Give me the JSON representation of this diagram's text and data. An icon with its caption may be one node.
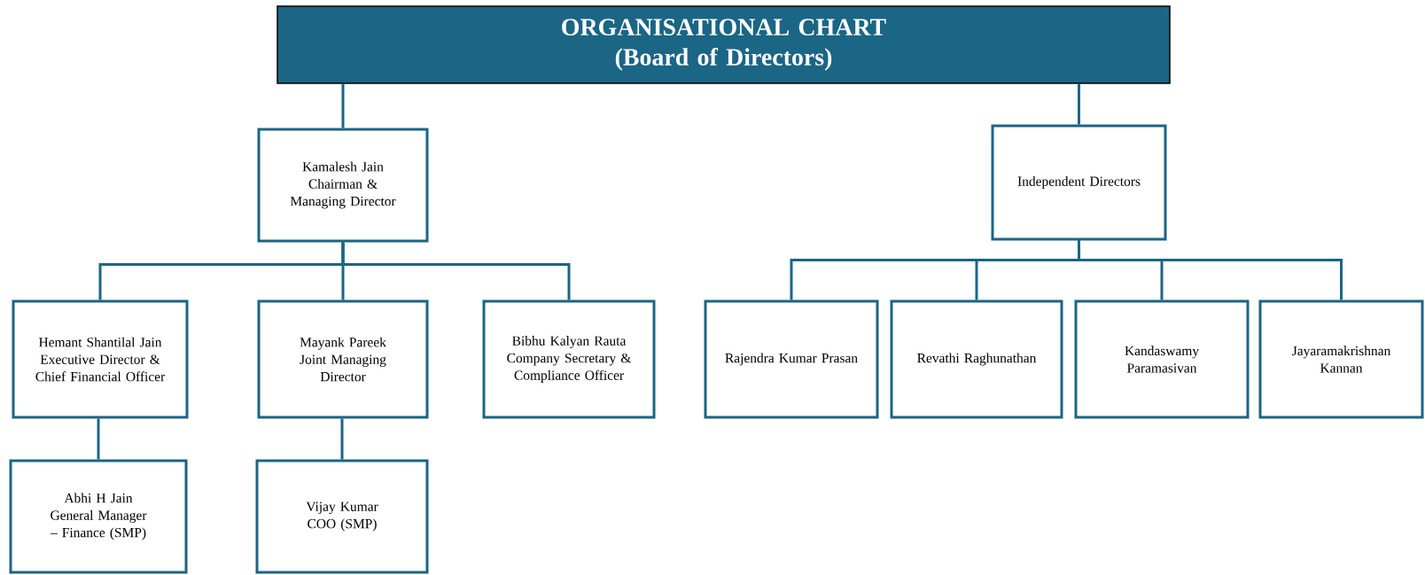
{
  "diagram": {
    "nodes": [
      {
        "text": [
          "ORGANISATIONAL CHART",
          "(Board of Directors)"
        ]
      },
      {
        "text": [
          "Kamalesh Jain",
          "Chairman & Managing Director"
        ]
      },
      {
        "text": [
          "Independent Directors"
        ]
      },
      {
        "text": [
          "Hemant Shantilal Jain",
          "Executive Director & Chief Financial Officer"
        ]
      },
      {
        "text": [
          "Mayank Pareek",
          "Joint Managing Director"
        ]
      },
      {
        "text": [
          "Bibhu Kalyan Rauta",
          "Company Secretary & Compliance Officer"
        ]
      },
      {
        "text": [
          "Abhi H Jain",
          "General Manager – Finance (SMP)"
        ]
      },
      {
        "text": [
          "Vijay Kumar",
          "COO (SMP)"
        ]
      },
      {
        "text": [
          "Rajendra Kumar Prasan"
        ]
      },
      {
        "text": [
          "Revathi Raghunathan"
        ]
      },
      {
        "text": [
          "Kandaswamy Paramasivan"
        ]
      },
      {
        "text": [
          "Jayaramakrishnan Kannan"
        ]
      }
    ],
    "edges": [
      {
        "from": 0,
        "to": 1,
        "arrow": "none"
      },
      {
        "from": 0,
        "to": 2,
        "arrow": "none"
      },
      {
        "from": 1,
        "to": 3,
        "arrow": "none"
      },
      {
        "from": 1,
        "to": 4,
        "arrow": "none"
      },
      {
        "from": 1,
        "to": 5,
        "arrow": "none"
      },
      {
        "from": 3,
        "to": 6,
        "arrow": "none"
      },
      {
        "from": 4,
        "to": 7,
        "arrow": "none"
      },
      {
        "from": 2,
        "to": 8,
        "arrow": "none"
      },
      {
        "from": 2,
        "to": 9,
        "arrow": "none"
      },
      {
        "from": 2,
        "to": 10,
        "arrow": "none"
      },
      {
        "from": 2,
        "to": 11,
        "arrow": "none"
      }
    ]
  }
}
